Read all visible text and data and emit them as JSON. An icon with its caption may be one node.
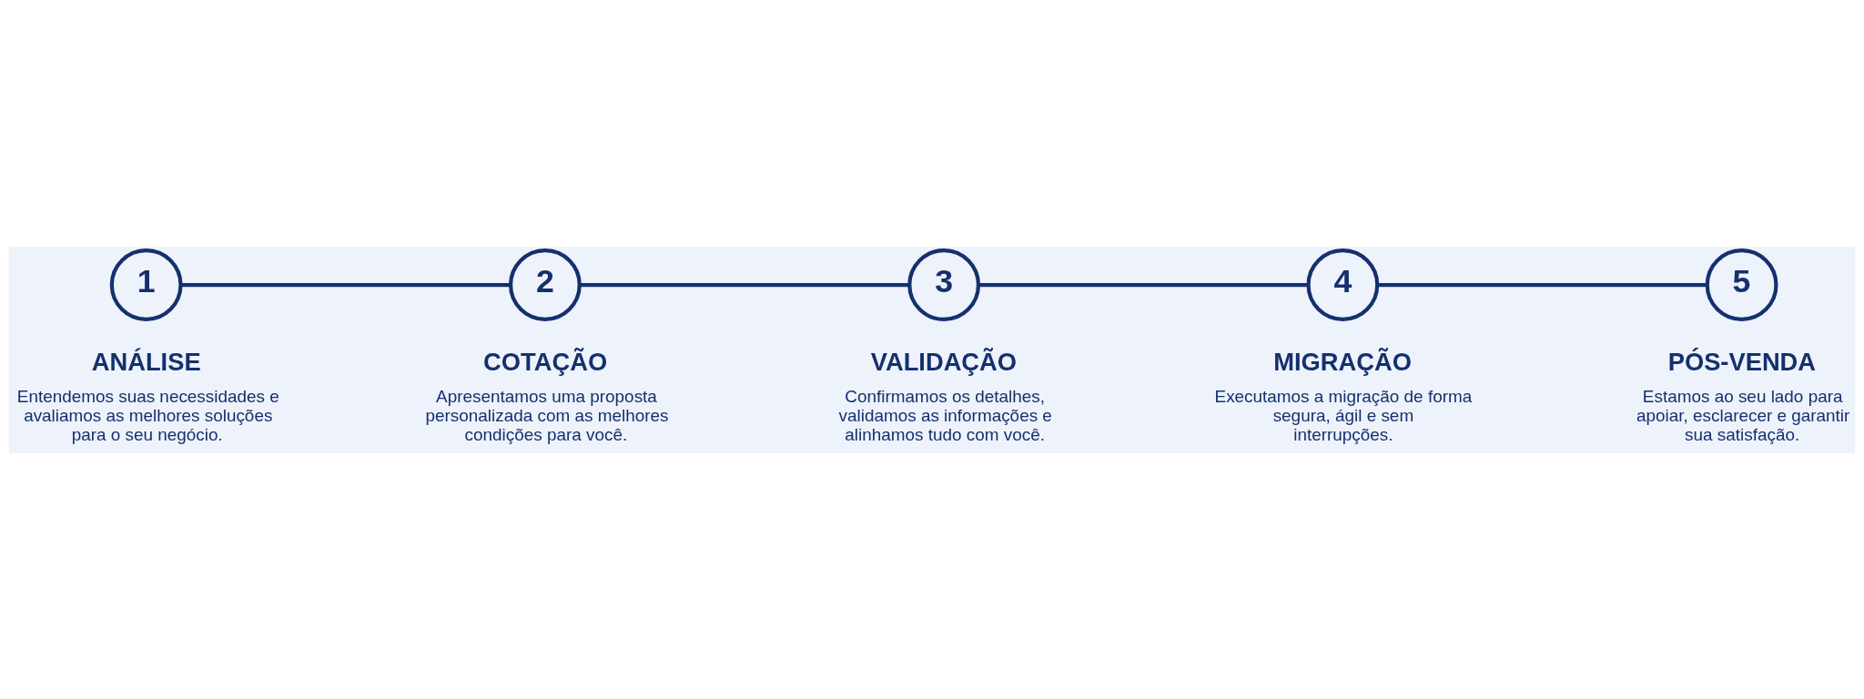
{
  "diagram": {
    "nodes": [
      {
        "text": [
          "1"
        ],
        "beside": [
          "ANÁLISE",
          "Entendemos suas necessidades e avaliamos as melhores soluções para o seu negócio."
        ]
      },
      {
        "text": [
          "2"
        ],
        "beside": [
          "COTAÇÃO",
          "Apresentamos uma proposta personalizada com as melhores condições para você."
        ]
      },
      {
        "text": [
          "3"
        ],
        "beside": [
          "VALIDAÇÃO",
          "Confirmamos os detalhes, validamos as informações e alinhamos tudo com você."
        ]
      },
      {
        "text": [
          "4"
        ],
        "beside": [
          "MIGRAÇÃO",
          "Executamos a migração de forma segura, ágil e sem interrupções."
        ]
      },
      {
        "text": [
          "5"
        ],
        "beside": [
          "PÓS-VENDA",
          "Estamos ao seu lado para apoiar, esclarecer e garantir sua satisfação."
        ]
      }
    ],
    "edges": [
      {
        "from": 0,
        "to": 1,
        "arrow": "none"
      },
      {
        "from": 1,
        "to": 2,
        "arrow": "none"
      },
      {
        "from": 2,
        "to": 3,
        "arrow": "none"
      },
      {
        "from": 3,
        "to": 4,
        "arrow": "none"
      }
    ]
  }
}
